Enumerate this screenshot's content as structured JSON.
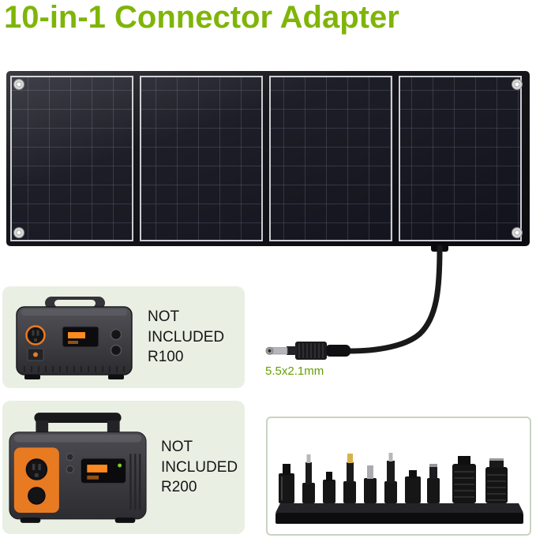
{
  "page": {
    "title": "10-in-1 Connector Adapter"
  },
  "colors": {
    "title_green": "#7FB508",
    "label_green": "#63A000",
    "card_bg": "#E9EFE3",
    "accent_orange": "#E87A22"
  },
  "solar_panel": {
    "sections": 4
  },
  "cable": {
    "label": "5.5x2.1mm"
  },
  "cards": [
    {
      "lines": [
        "NOT",
        "INCLUDED",
        "R100"
      ]
    },
    {
      "lines": [
        "NOT",
        "INCLUDED",
        "R200"
      ]
    }
  ],
  "adapters": {
    "count": 10
  }
}
